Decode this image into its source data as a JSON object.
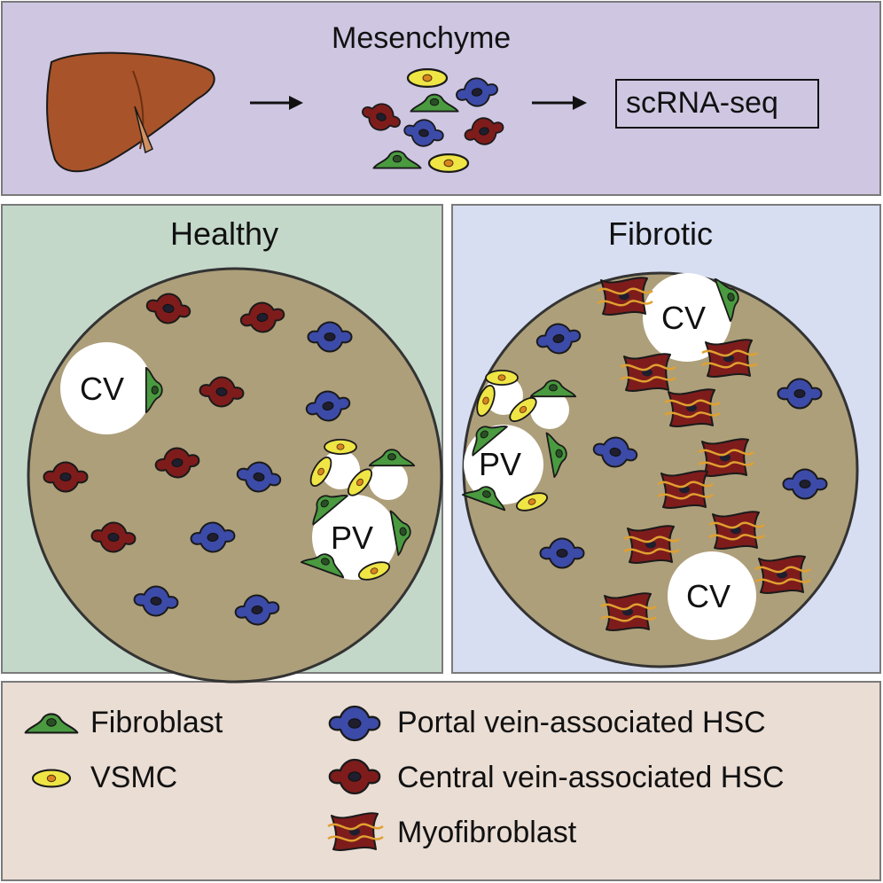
{
  "top": {
    "title": "Mesenchyme",
    "method": "scRNA-seq"
  },
  "healthy": {
    "title": "Healthy",
    "cv_label": "CV",
    "pv_label": "PV"
  },
  "fibrotic": {
    "title": "Fibrotic",
    "cv_label_top": "CV",
    "cv_label_bottom": "CV",
    "pv_label": "PV"
  },
  "legend": {
    "items": [
      {
        "label": "Fibroblast",
        "icon": "fibroblast-icon"
      },
      {
        "label": "VSMC",
        "icon": "vsmc-icon"
      },
      {
        "label": "Portal vein-associated HSC",
        "icon": "portal-hsc-icon"
      },
      {
        "label": "Central vein-associated HSC",
        "icon": "central-hsc-icon"
      },
      {
        "label": "Myofibroblast",
        "icon": "myofibroblast-icon"
      }
    ]
  },
  "colors": {
    "top_bg": "#cfc6e2",
    "healthy_bg": "#c4d8ca",
    "fibrotic_bg": "#d8def2",
    "legend_bg": "#eaddd4",
    "tissue": "#ad9f7a",
    "portal_hsc": "#3c4ba8",
    "central_hsc": "#7e1c1c",
    "fibroblast": "#4a9a40",
    "vsmc": "#efe545",
    "liver": "#a8532a"
  }
}
